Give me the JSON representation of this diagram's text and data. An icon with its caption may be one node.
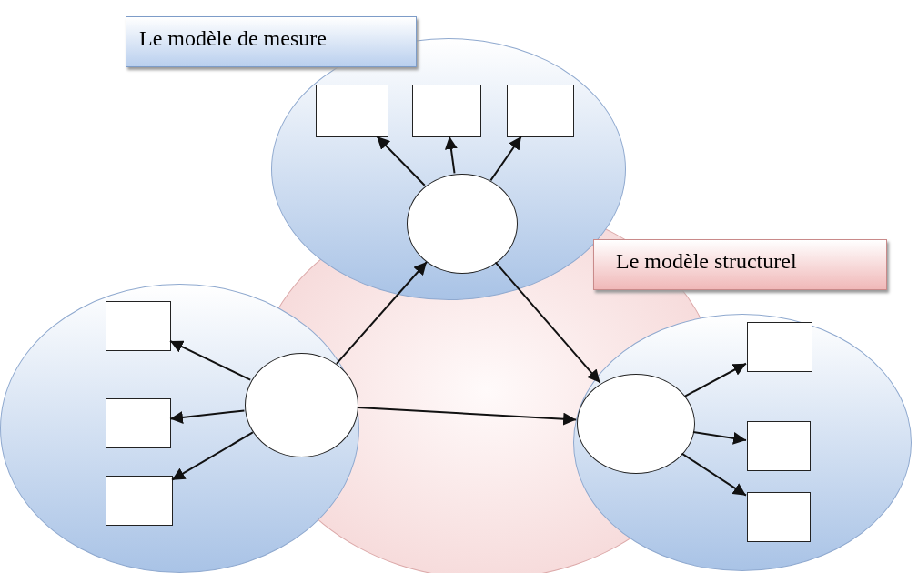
{
  "diagram": {
    "nodes": [
      {
        "text": [
          "Le modèle de mesure"
        ]
      },
      {
        "text": [],
        "shape": "circle"
      },
      {
        "text": [],
        "shape": "box",
        "in": 1
      },
      {
        "text": [],
        "shape": "box",
        "in": 1
      },
      {
        "text": [],
        "shape": "box",
        "in": 1
      },
      {
        "text": [],
        "shape": "circle",
        "in": 1
      },
      {
        "text": [
          "Le modèle structurel"
        ]
      },
      {
        "text": [],
        "shape": "circle"
      },
      {
        "text": [],
        "shape": "box",
        "in": 7
      },
      {
        "text": [],
        "shape": "box",
        "in": 7
      },
      {
        "text": [],
        "shape": "box",
        "in": 7
      },
      {
        "text": [],
        "shape": "circle",
        "in": 7
      },
      {
        "text": [],
        "shape": "circle"
      },
      {
        "text": [],
        "shape": "circle",
        "in": 12
      },
      {
        "text": [],
        "shape": "box",
        "in": 12
      },
      {
        "text": [],
        "shape": "box",
        "in": 12
      },
      {
        "text": [],
        "shape": "box",
        "in": 12
      }
    ],
    "edges": [
      {
        "from": 5,
        "to": 2,
        "arrow": "to"
      },
      {
        "from": 5,
        "to": 3,
        "arrow": "to"
      },
      {
        "from": 5,
        "to": 4,
        "arrow": "to"
      },
      {
        "from": 11,
        "to": 8,
        "arrow": "to"
      },
      {
        "from": 11,
        "to": 9,
        "arrow": "to"
      },
      {
        "from": 11,
        "to": 10,
        "arrow": "to"
      },
      {
        "from": 11,
        "to": 5,
        "arrow": "to"
      },
      {
        "from": 5,
        "to": 13,
        "arrow": "to"
      },
      {
        "from": 11,
        "to": 13,
        "arrow": "to"
      },
      {
        "from": 13,
        "to": 14,
        "arrow": "to"
      },
      {
        "from": 13,
        "to": 15,
        "arrow": "to"
      },
      {
        "from": 13,
        "to": 16,
        "arrow": "to"
      }
    ]
  }
}
